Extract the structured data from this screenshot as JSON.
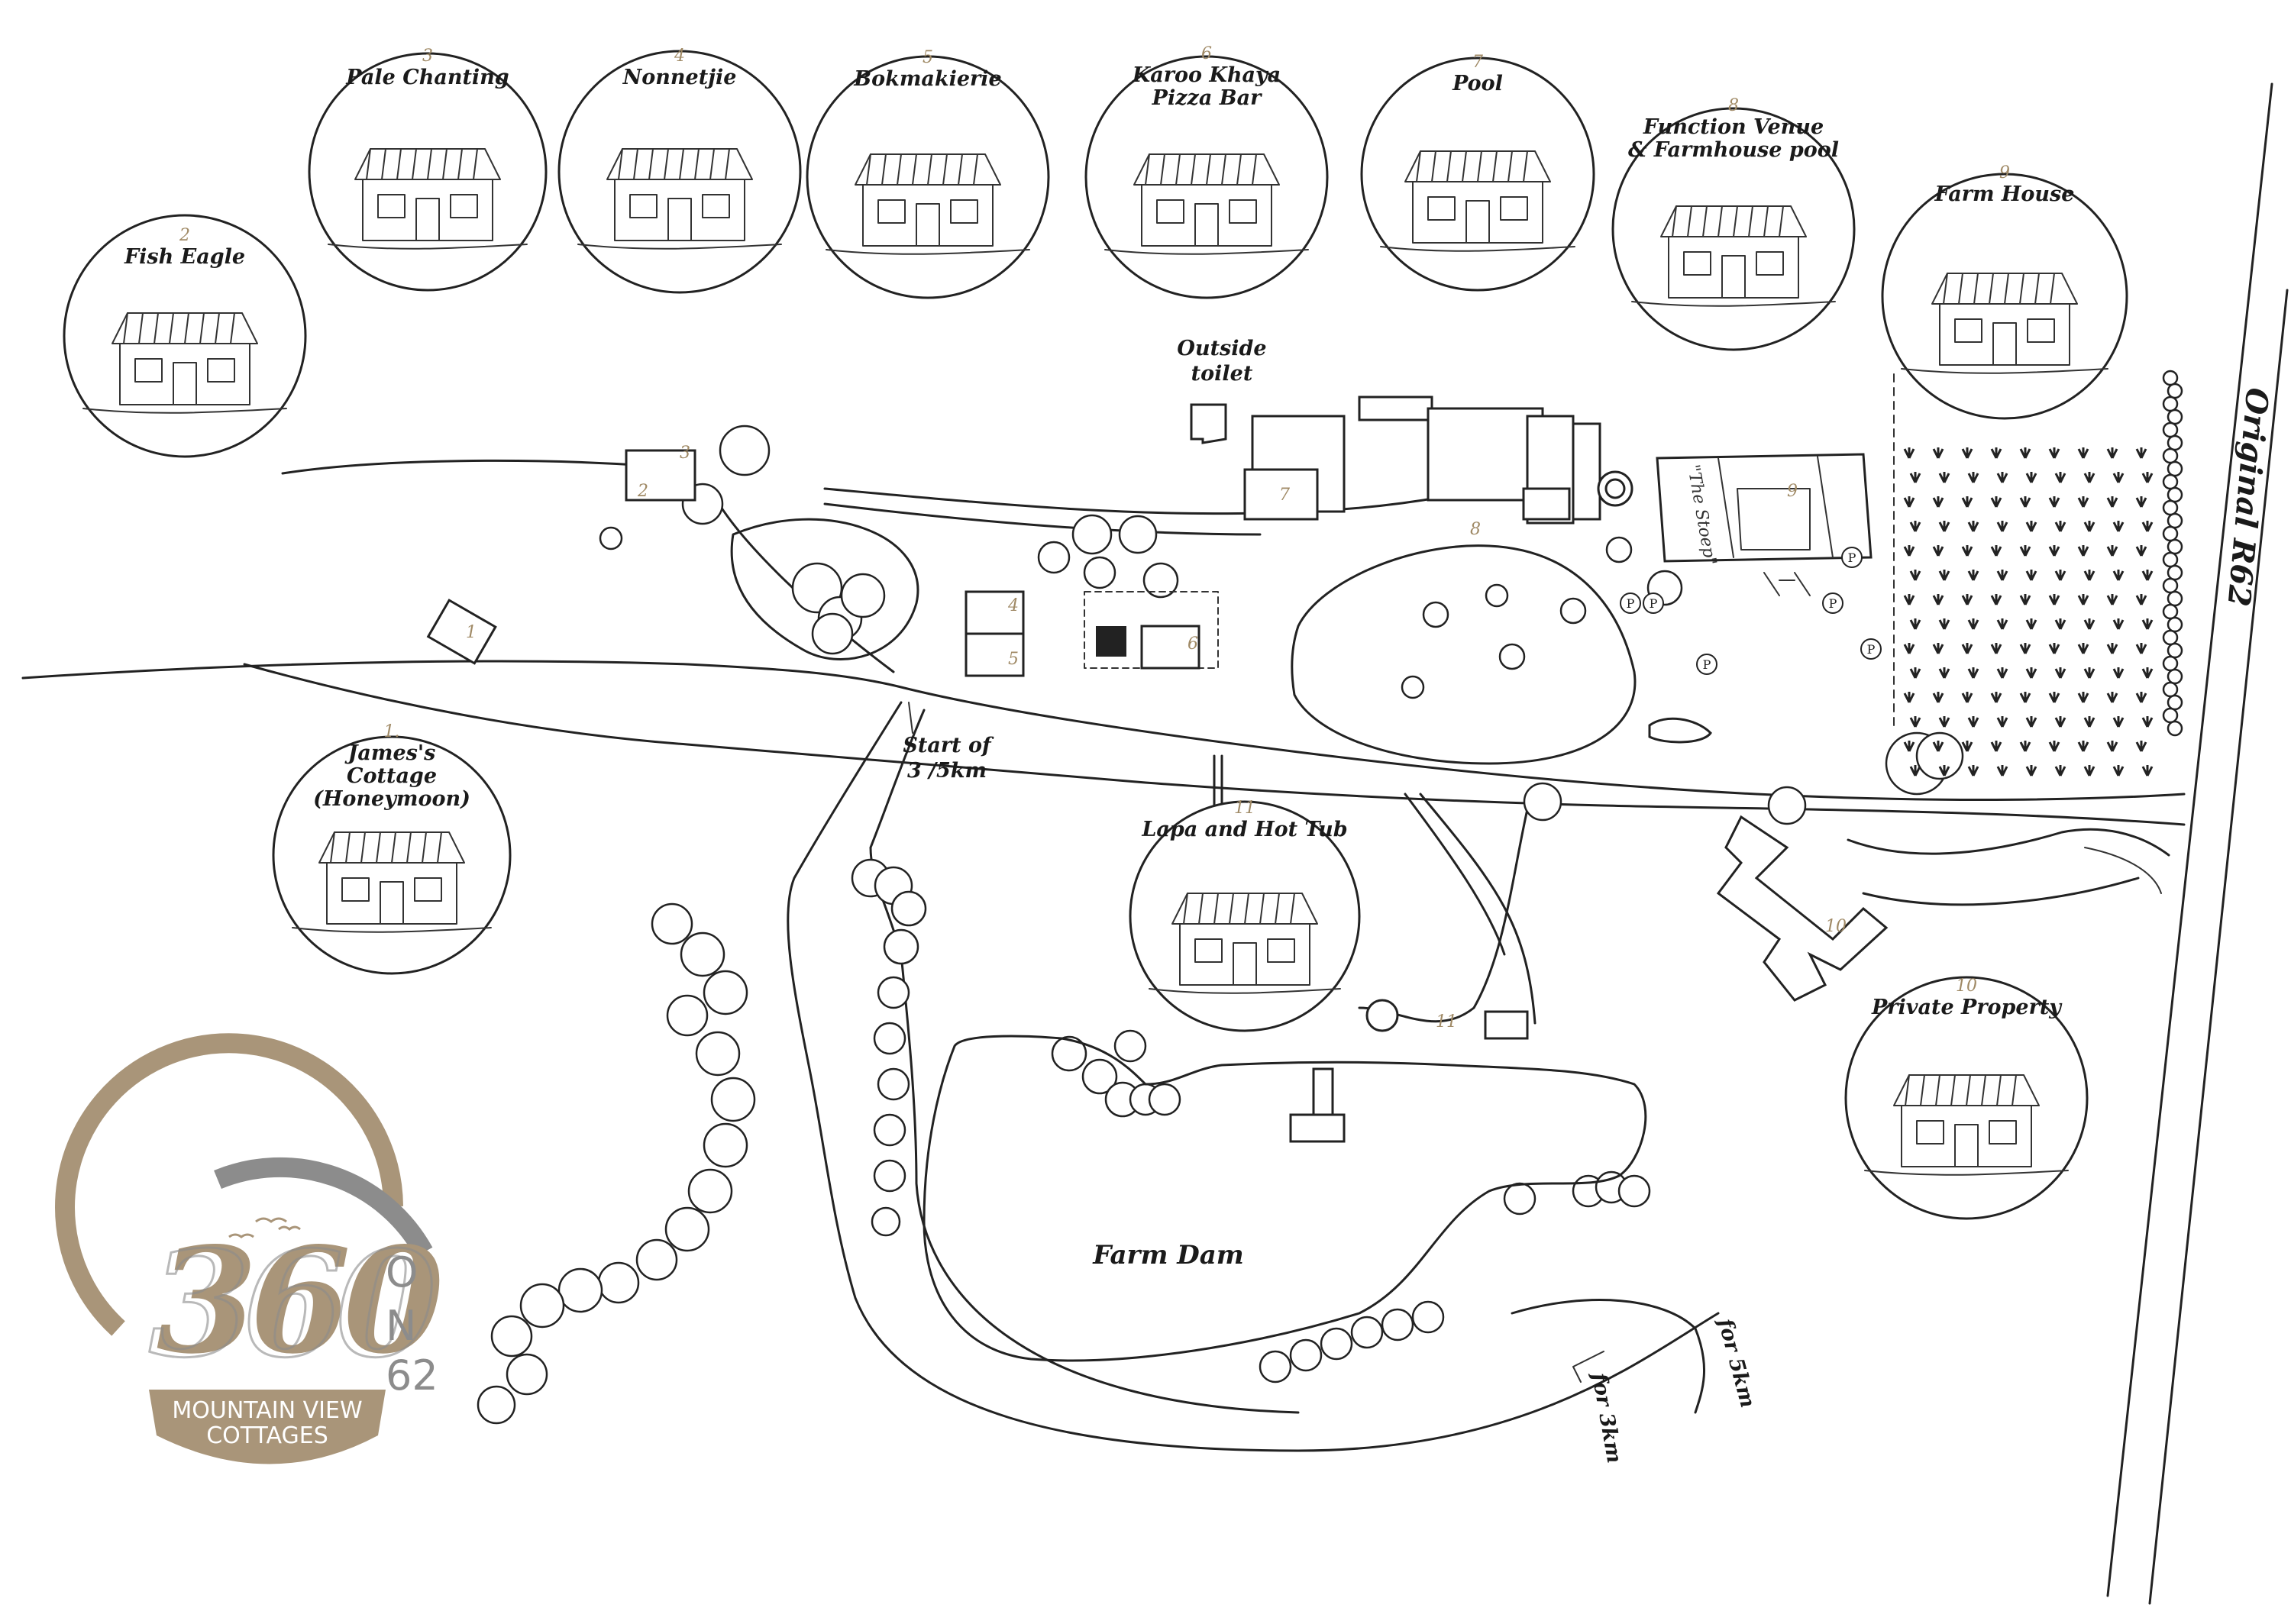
{
  "colors": {
    "ink": "#222222",
    "number": "#a08a66",
    "logo_bronze": "#a99579",
    "logo_gray": "#8c8c8c",
    "white": "#ffffff"
  },
  "vignettes": [
    {
      "number": "2",
      "title_lines": [
        "Fish Eagle"
      ]
    },
    {
      "number": "3",
      "title_lines": [
        "Pale Chanting"
      ]
    },
    {
      "number": "4",
      "title_lines": [
        "Nonnetjie"
      ]
    },
    {
      "number": "5",
      "title_lines": [
        "Bokmakierie"
      ]
    },
    {
      "number": "6",
      "title_lines": [
        "Karoo Khaya",
        "Pizza Bar"
      ]
    },
    {
      "number": "7",
      "title_lines": [
        "Pool"
      ]
    },
    {
      "number": "8",
      "title_lines": [
        "Function Venue",
        "& Farmhouse pool"
      ]
    },
    {
      "number": "9",
      "title_lines": [
        "Farm House"
      ]
    },
    {
      "number": "1.",
      "title_lines": [
        "James's",
        "Cottage",
        "(Honeymoon)"
      ]
    },
    {
      "number": "11",
      "title_lines": [
        "Lapa and Hot Tub"
      ]
    },
    {
      "number": "10",
      "title_lines": [
        "Private Property"
      ]
    }
  ],
  "map_labels": {
    "outside_toilet": [
      "Outside",
      "toilet"
    ],
    "start_trail": [
      "Start of",
      "3 /5km"
    ],
    "farm_dam": "Farm Dam",
    "road": "Original R62",
    "the_stoep": "\"The Stoep\"",
    "for_3km": "for 3km",
    "for_5km": "for 5km",
    "parking": "P"
  },
  "map_numbers": [
    "1",
    "2",
    "3",
    "4",
    "5",
    "6",
    "7",
    "8",
    "9",
    "10",
    "11"
  ],
  "logo": {
    "main": "360",
    "side_letters": [
      "O",
      "N"
    ],
    "side_number": "62",
    "band_line1": "MOUNTAIN VIEW",
    "band_line2": "COTTAGES"
  }
}
